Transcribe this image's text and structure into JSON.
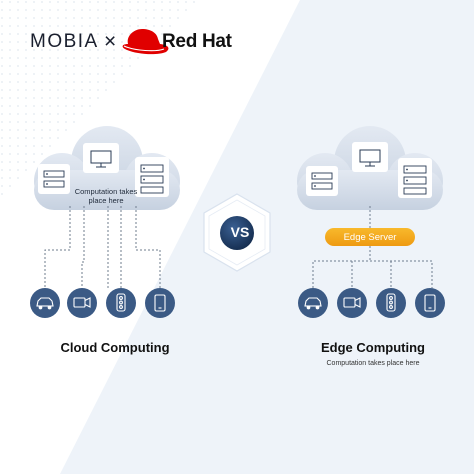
{
  "branding": {
    "partner_logo": "MOBIA",
    "separator": "×",
    "brand_logo": "Red Hat",
    "redhat_color": "#e00000"
  },
  "cloud_side": {
    "title": "Cloud Computing",
    "cloud_text": "Computation takes place here",
    "devices": [
      "car-icon",
      "camera-icon",
      "traffic-light-icon",
      "tablet-icon"
    ]
  },
  "versus_label": "VS",
  "edge_side": {
    "title": "Edge Computing",
    "subtitle": "Computation takes place here",
    "server_label": "Edge Server",
    "devices": [
      "car-icon",
      "camera-icon",
      "traffic-light-icon",
      "tablet-icon"
    ]
  },
  "colors": {
    "device_circle": "#3b5a85",
    "cloud_fill": "#dbe3ee",
    "server_pill": "#f5a623",
    "vs_badge": "#1f3b63",
    "right_panel": "#eef3f8"
  }
}
